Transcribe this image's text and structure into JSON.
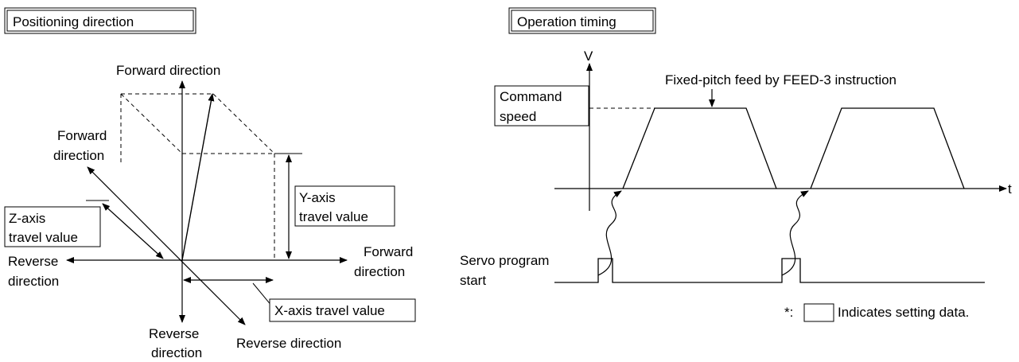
{
  "left": {
    "title": "Positioning direction",
    "y_forward": "Forward direction",
    "z_forward": [
      "Forward",
      "direction"
    ],
    "z_travel": [
      "Z-axis",
      "travel value"
    ],
    "x_reverse": [
      "Reverse",
      "direction"
    ],
    "x_forward": [
      "Forward",
      "direction"
    ],
    "y_travel": [
      "Y-axis",
      "travel value"
    ],
    "x_travel": "X-axis travel value",
    "y_reverse": [
      "Reverse",
      "direction"
    ],
    "z_reverse": "Reverse direction"
  },
  "right": {
    "title": "Operation timing",
    "v_axis": "V",
    "t_axis": "t",
    "feed_label": "Fixed-pitch feed by FEED-3 instruction",
    "command_speed": [
      "Command",
      "speed"
    ],
    "servo_start": [
      "Servo program",
      "start"
    ],
    "note_prefix": "*:",
    "note_text": "Indicates setting data."
  }
}
